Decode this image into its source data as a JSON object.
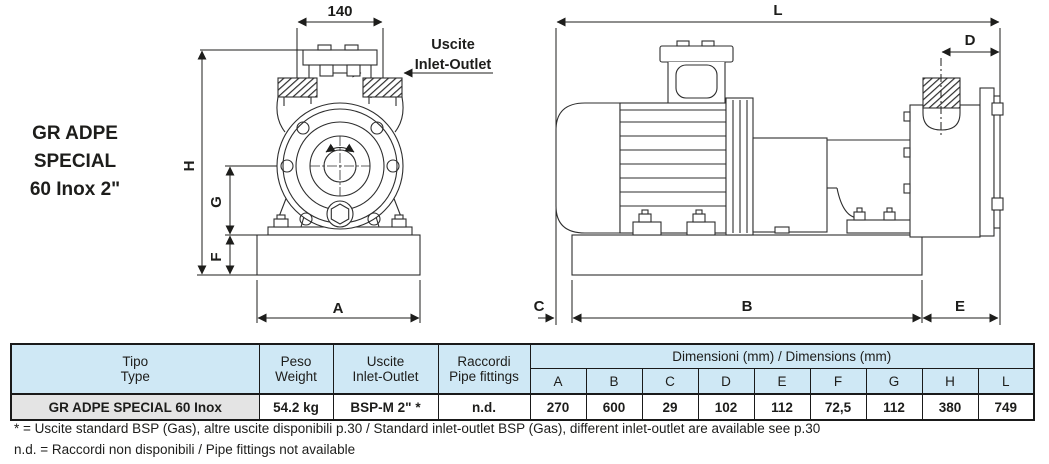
{
  "title": {
    "line1": "GR ADPE",
    "line2": "SPECIAL",
    "line3": "60 Inox 2\""
  },
  "drawings": {
    "front": {
      "width_dim": "140",
      "h": "H",
      "g": "G",
      "f": "F",
      "a": "A",
      "callout_it": "Uscite",
      "callout_en": "Inlet-Outlet"
    },
    "side": {
      "l": "L",
      "d": "D",
      "c": "C",
      "b": "B",
      "e": "E"
    }
  },
  "table": {
    "col_tipo": {
      "it": "Tipo",
      "en": "Type"
    },
    "col_peso": {
      "it": "Peso",
      "en": "Weight"
    },
    "col_uscite": {
      "it": "Uscite",
      "en": "Inlet-Outlet"
    },
    "col_raccordi": {
      "it": "Raccordi",
      "en": "Pipe fittings"
    },
    "dims_header": "Dimensioni (mm) / Dimensions (mm)",
    "dim_cols": [
      "A",
      "B",
      "C",
      "D",
      "E",
      "F",
      "G",
      "H",
      "L"
    ],
    "row": {
      "type": "GR ADPE SPECIAL 60 Inox",
      "weight": "54.2 kg",
      "inlet_outlet": "BSP-M 2\" *",
      "fittings": "n.d.",
      "dims": [
        "270",
        "600",
        "29",
        "102",
        "112",
        "72,5",
        "112",
        "380",
        "749"
      ]
    }
  },
  "footnotes": {
    "line1": "* = Uscite standard BSP (Gas), altre uscite disponibili p.30 / Standard inlet-outlet BSP (Gas), different inlet-outlet are available see p.30",
    "line2": "n.d. = Raccordi non disponibili / Pipe fittings not available"
  },
  "colors": {
    "header_bg": "#cfe8f5",
    "row_label_bg": "#e4e4e4",
    "table_border": "#1a1a1a",
    "ink": "#1d1d1b",
    "line": "#2e2e2e"
  }
}
